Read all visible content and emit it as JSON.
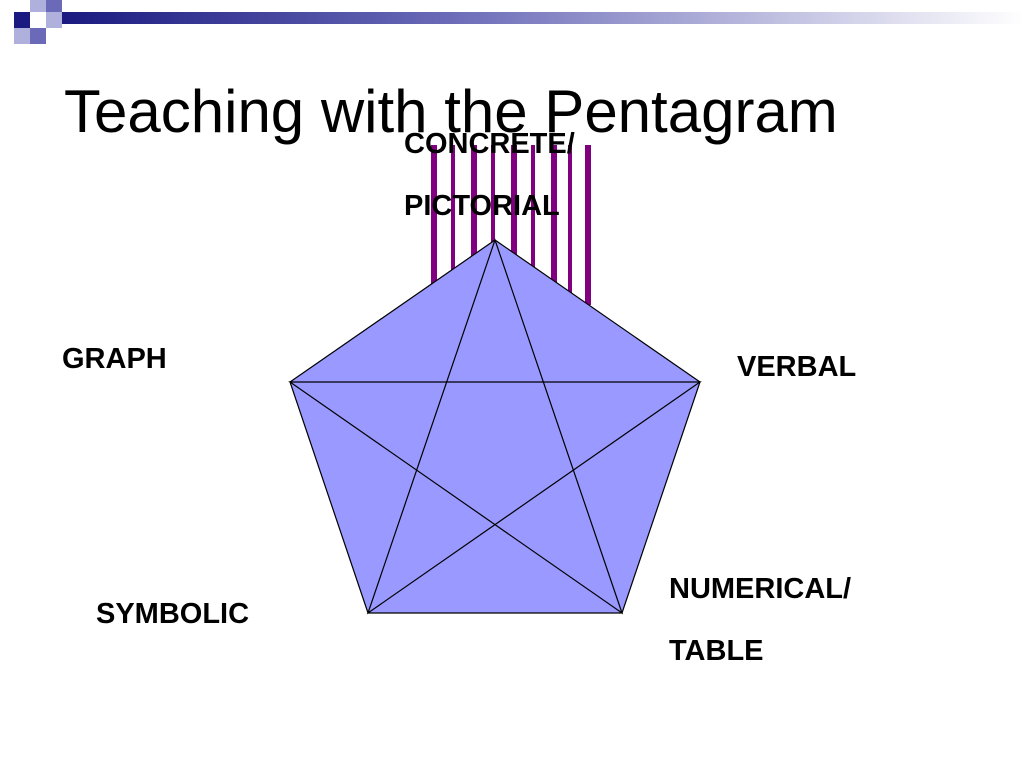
{
  "slide": {
    "title": "Teaching with the Pentagram"
  },
  "colors": {
    "header_dark": "#1a1a80",
    "header_mid": "#6a6ab8",
    "header_light": "#b0b0dc",
    "pentagon_fill": "#9999ff",
    "pentagon_stroke": "#000000",
    "stripe_color": "#800080"
  },
  "diagram": {
    "top_label": [
      "CONCRETE/",
      "PICTORIAL"
    ],
    "left_label": "GRAPH",
    "right_label": "VERBAL",
    "bottom_right_label": [
      "NUMERICAL/",
      "TABLE"
    ],
    "bottom_left_label": "SYMBOLIC"
  }
}
